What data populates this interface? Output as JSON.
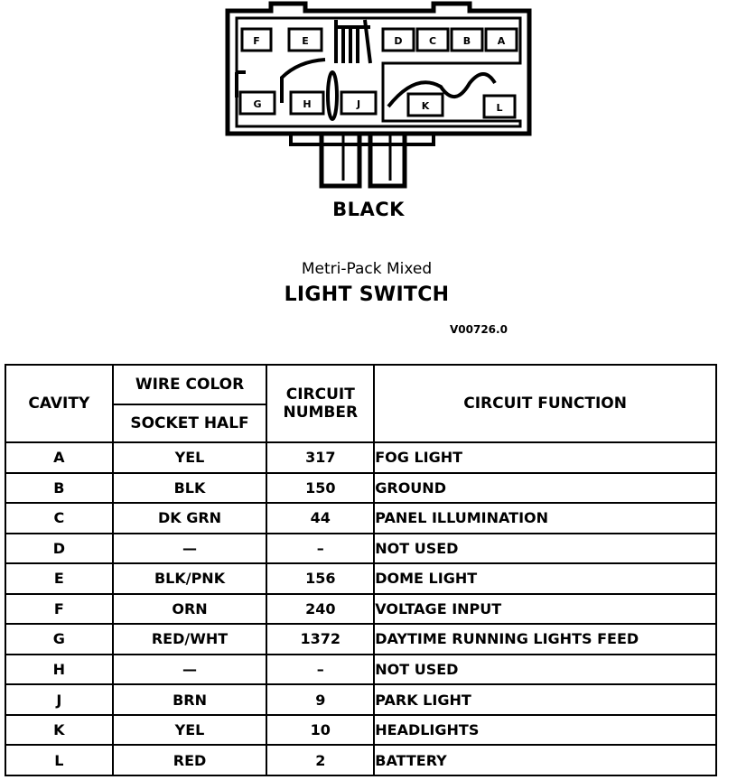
{
  "connector": {
    "color": "BLACK",
    "cavities": {
      "top": [
        "F",
        "E",
        "D",
        "C",
        "B",
        "A"
      ],
      "bottom": [
        "G",
        "H",
        "J",
        "K",
        "L"
      ]
    }
  },
  "description": "Metri-Pack Mixed",
  "title": "LIGHT SWITCH",
  "reference": "V00726.0",
  "table": {
    "headers": {
      "cavity": "CAVITY",
      "wire_color": "WIRE COLOR",
      "socket_half": "SOCKET HALF",
      "circuit_number": "CIRCUIT NUMBER",
      "circuit_function": "CIRCUIT FUNCTION"
    },
    "rows": [
      {
        "cavity": "A",
        "wire_color": "YEL",
        "circuit": "317",
        "function": "FOG LIGHT"
      },
      {
        "cavity": "B",
        "wire_color": "BLK",
        "circuit": "150",
        "function": "GROUND"
      },
      {
        "cavity": "C",
        "wire_color": "DK GRN",
        "circuit": "44",
        "function": "PANEL ILLUMINATION"
      },
      {
        "cavity": "D",
        "wire_color": "—",
        "circuit": "–",
        "function": "NOT USED"
      },
      {
        "cavity": "E",
        "wire_color": "BLK/PNK",
        "circuit": "156",
        "function": "DOME LIGHT"
      },
      {
        "cavity": "F",
        "wire_color": "ORN",
        "circuit": "240",
        "function": "VOLTAGE INPUT"
      },
      {
        "cavity": "G",
        "wire_color": "RED/WHT",
        "circuit": "1372",
        "function": "DAYTIME RUNNING LIGHTS FEED"
      },
      {
        "cavity": "H",
        "wire_color": "—",
        "circuit": "–",
        "function": "NOT USED"
      },
      {
        "cavity": "J",
        "wire_color": "BRN",
        "circuit": "9",
        "function": "PARK LIGHT"
      },
      {
        "cavity": "K",
        "wire_color": "YEL",
        "circuit": "10",
        "function": "HEADLIGHTS"
      },
      {
        "cavity": "L",
        "wire_color": "RED",
        "circuit": "2",
        "function": "BATTERY"
      }
    ]
  }
}
